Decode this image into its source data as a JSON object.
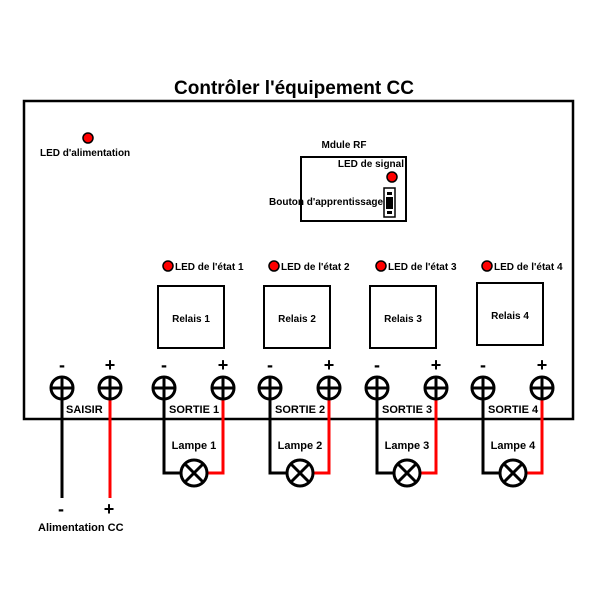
{
  "title": "Contrôler l'équipement CC",
  "power_led": {
    "label": "LED d'alimentation",
    "color": "#ff0000"
  },
  "rf_module": {
    "label": "Mdule RF",
    "signal_led_label": "LED de signal",
    "learn_button_label": "Bouton d'apprentissage"
  },
  "channels": [
    {
      "led_label": "LED de l'état 1",
      "relay_label": "Relais 1",
      "output_label": "SORTIE 1",
      "lamp_label": "Lampe 1"
    },
    {
      "led_label": "LED de l'état 2",
      "relay_label": "Relais 2",
      "output_label": "SORTIE 2",
      "lamp_label": "Lampe 2"
    },
    {
      "led_label": "LED de l'état 3",
      "relay_label": "Relais 3",
      "output_label": "SORTIE 3",
      "lamp_label": "Lampe 3"
    },
    {
      "led_label": "LED de l'état 4",
      "relay_label": "Relais 4",
      "output_label": "SORTIE 4",
      "lamp_label": "Lampe 4"
    }
  ],
  "input": {
    "label": "SAISIR",
    "minus": "-",
    "plus": "+"
  },
  "supply": {
    "label": "Alimentation CC",
    "minus": "-",
    "plus": "+"
  },
  "colors": {
    "positive_wire": "#ff0000",
    "negative_wire": "#000000",
    "led": "#ff0000"
  }
}
